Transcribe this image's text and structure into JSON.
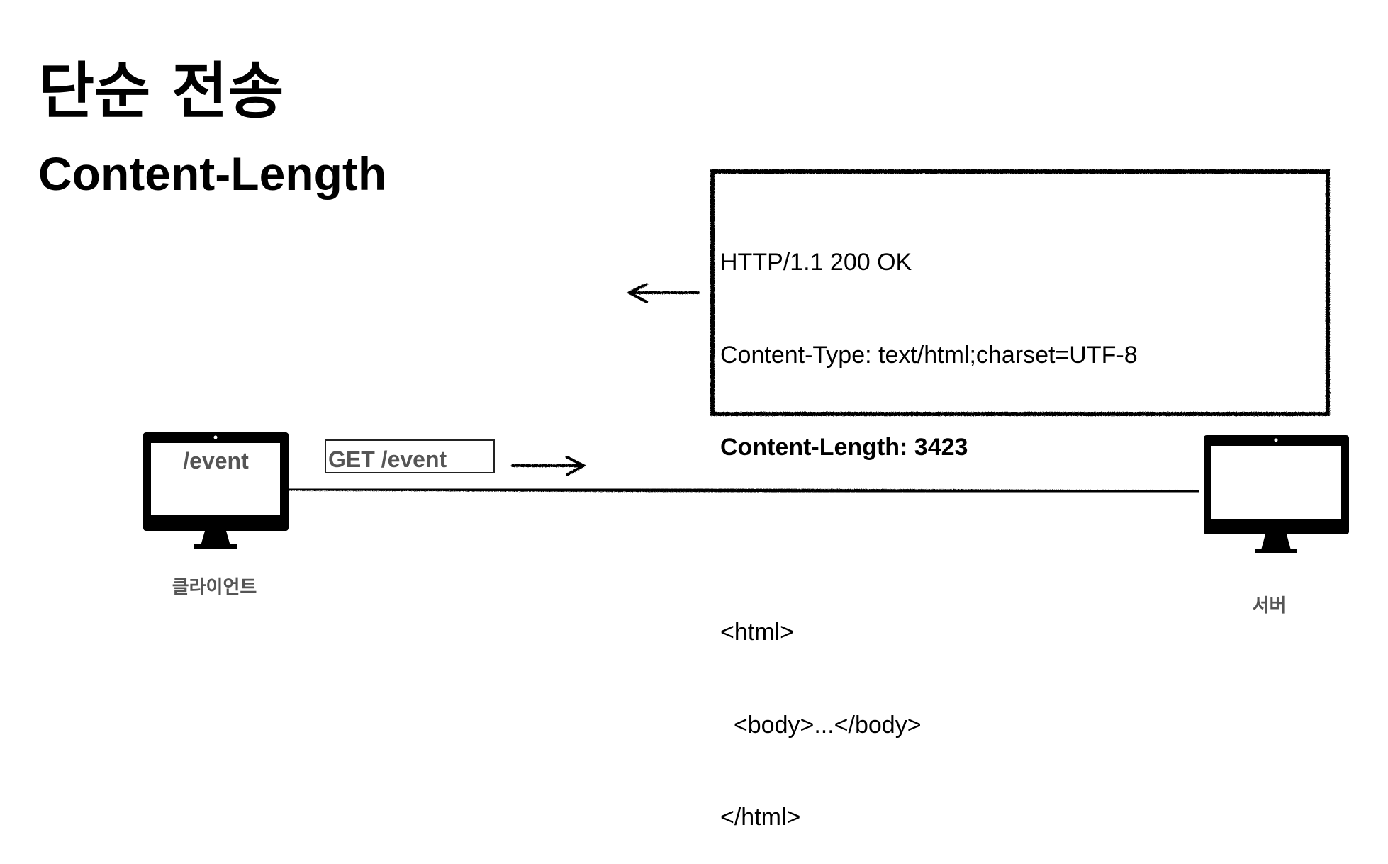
{
  "title": "단순 전송",
  "subtitle": "Content-Length",
  "client": {
    "label": "클라이언트",
    "screen_text": "/event"
  },
  "server": {
    "label": "서버"
  },
  "request": {
    "label": "GET /event"
  },
  "response": {
    "lines": [
      "HTTP/1.1 200 OK",
      "Content-Type: text/html;charset=UTF-8",
      "Content-Length: 3423",
      "",
      "<html>",
      "  <body>...</body>",
      "</html>"
    ]
  },
  "colors": {
    "ink": "#000000",
    "label_gray": "#555555",
    "background": "#ffffff"
  }
}
